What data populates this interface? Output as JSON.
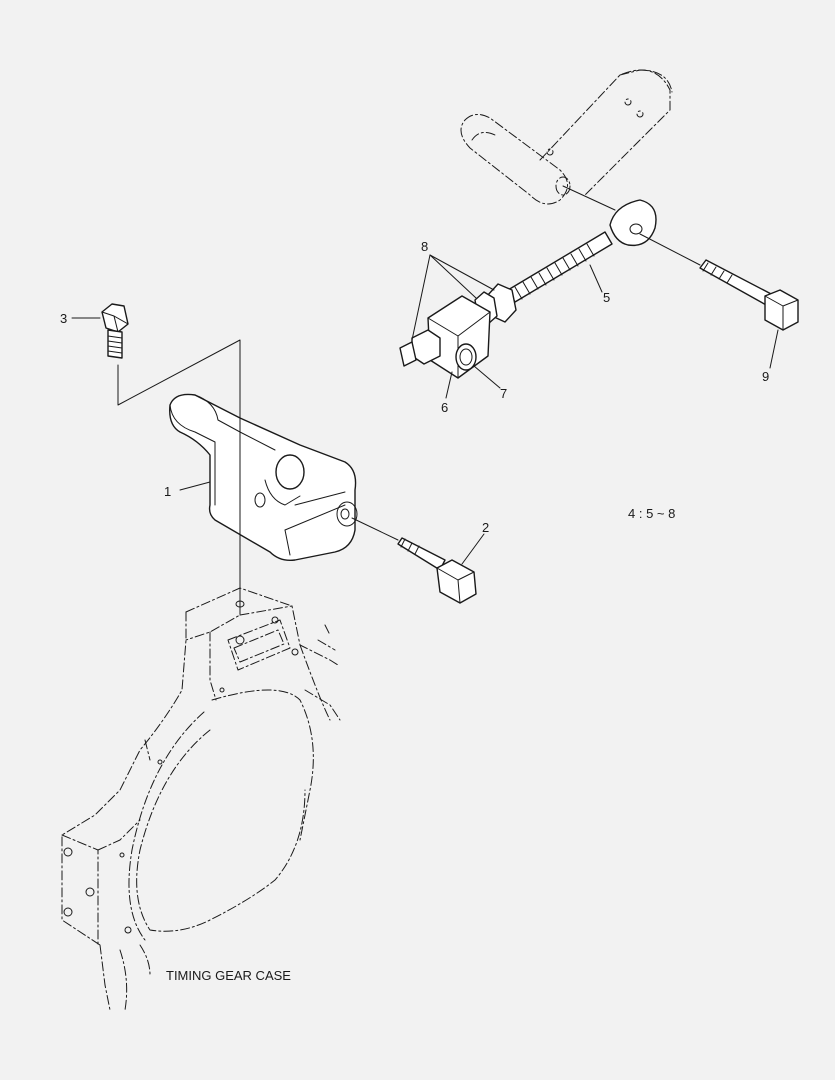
{
  "callouts": {
    "c1": "1",
    "c2": "2",
    "c3": "3",
    "c5": "5",
    "c6": "6",
    "c7": "7",
    "c8": "8",
    "c9": "9"
  },
  "note": "4 : 5 ~ 8",
  "caption": "TIMING GEAR CASE"
}
